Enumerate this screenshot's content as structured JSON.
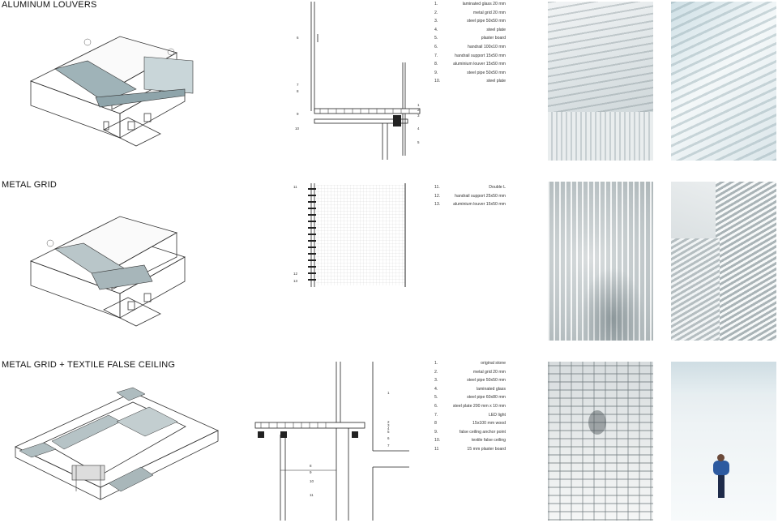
{
  "sections": [
    {
      "title": "ALUMINUM LOUVERS",
      "detail_labels": [
        "6",
        "7",
        "8",
        "9",
        "10",
        "1",
        "2",
        "3",
        "4",
        "5"
      ],
      "legend": [
        {
          "num": "1.",
          "text": "laminated glass 20 mm"
        },
        {
          "num": "2.",
          "text": "metal grid 20 mm"
        },
        {
          "num": "3.",
          "text": "steel pipe 50x50 mm"
        },
        {
          "num": "4.",
          "text": "steel plate"
        },
        {
          "num": "5.",
          "text": "plaster board"
        },
        {
          "num": "6.",
          "text": "handrail 100x10 mm"
        },
        {
          "num": "7.",
          "text": "handrail support 15x50 mm"
        },
        {
          "num": "8.",
          "text": "aluminium louver 15x50 mm"
        },
        {
          "num": "9.",
          "text": "steel pipe 50x50 mm"
        },
        {
          "num": "10.",
          "text": "steel plate"
        }
      ]
    },
    {
      "title": "METAL GRID",
      "detail_labels": [
        "11",
        "12",
        "13"
      ],
      "legend": [
        {
          "num": "11.",
          "text": "Double L"
        },
        {
          "num": "12.",
          "text": "handrail support 25x50 mm"
        },
        {
          "num": "13.",
          "text": "aluminium louver 15x50 mm"
        }
      ]
    },
    {
      "title": "METAL GRID + TEXTILE FALSE CEILING",
      "detail_labels": [
        "1",
        "2",
        "3",
        "4",
        "5",
        "6",
        "7",
        "8",
        "9",
        "10",
        "11"
      ],
      "legend": [
        {
          "num": "1.",
          "text": "original stone"
        },
        {
          "num": "2.",
          "text": "metal grid 20 mm"
        },
        {
          "num": "3.",
          "text": "steel pipe 50x50 mm"
        },
        {
          "num": "4.",
          "text": "laminated glass"
        },
        {
          "num": "5.",
          "text": "steel pipe 60x80 mm"
        },
        {
          "num": "6.",
          "text": "steel plate 200 mm x 10 mm"
        },
        {
          "num": "7.",
          "text": "LED light"
        },
        {
          "num": "8",
          "text": "15x100 mm wood"
        },
        {
          "num": "9.",
          "text": "false ceiling anchor point"
        },
        {
          "num": "10.",
          "text": "textile false ceiling"
        },
        {
          "num": "11",
          "text": "15 mm plaster board"
        }
      ]
    }
  ]
}
